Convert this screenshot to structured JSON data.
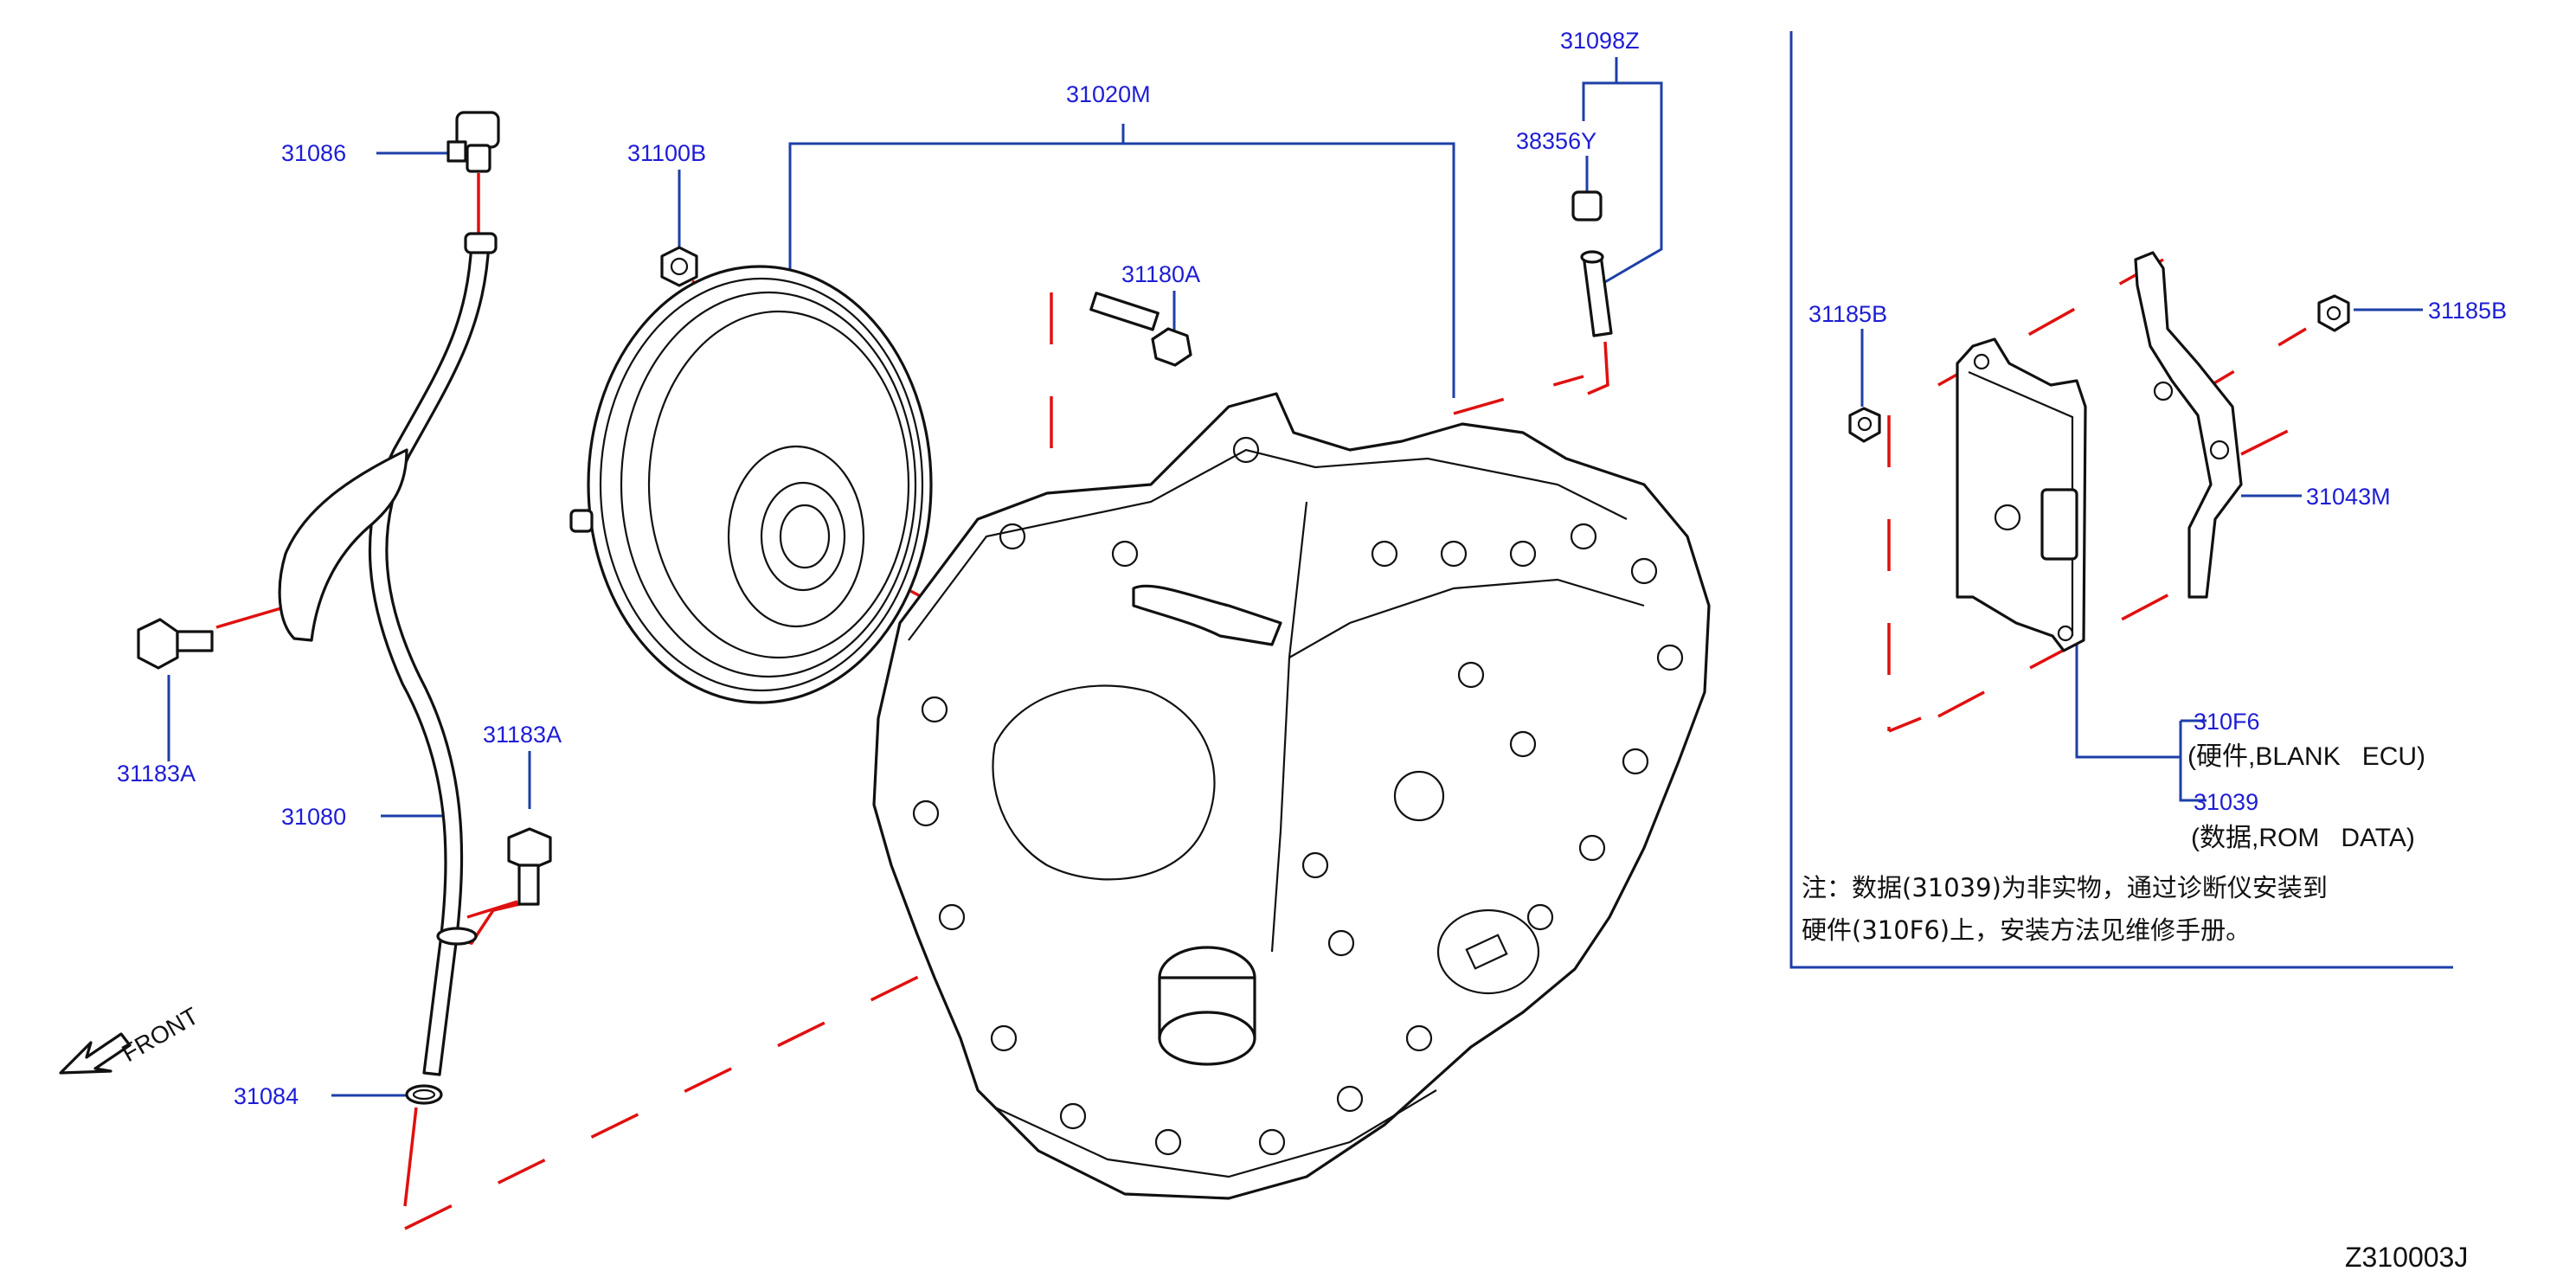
{
  "parts": {
    "p31086": "31086",
    "p31100B": "31100B",
    "p31020M": "31020M",
    "p31098Z": "31098Z",
    "p38356Y": "38356Y",
    "p31180A": "31180A",
    "p31185B_left": "31185B",
    "p31185B_right": "31185B",
    "p31043M": "31043M",
    "p31183A_left": "31183A",
    "p31183A_mid": "31183A",
    "p31080": "31080",
    "p31084": "31084",
    "p310F6": "310F6",
    "p31039": "31039"
  },
  "descriptions": {
    "d310F6": "(硬件,BLANK   ECU)",
    "d31039": "(数据,ROM   DATA)"
  },
  "note": {
    "line1": "注：数据(31039)为非实物，通过诊断仪安装到",
    "line2": "硬件(310F6)上，安装方法见维修手册。"
  },
  "front_label": "FRONT",
  "drawing_code": "Z310003J",
  "colors": {
    "label": "#1d1dd6",
    "leader": "#1d3fa8",
    "assembly_line": "#e01010",
    "outline": "#111111"
  },
  "icons": [
    "front-arrow-icon"
  ]
}
